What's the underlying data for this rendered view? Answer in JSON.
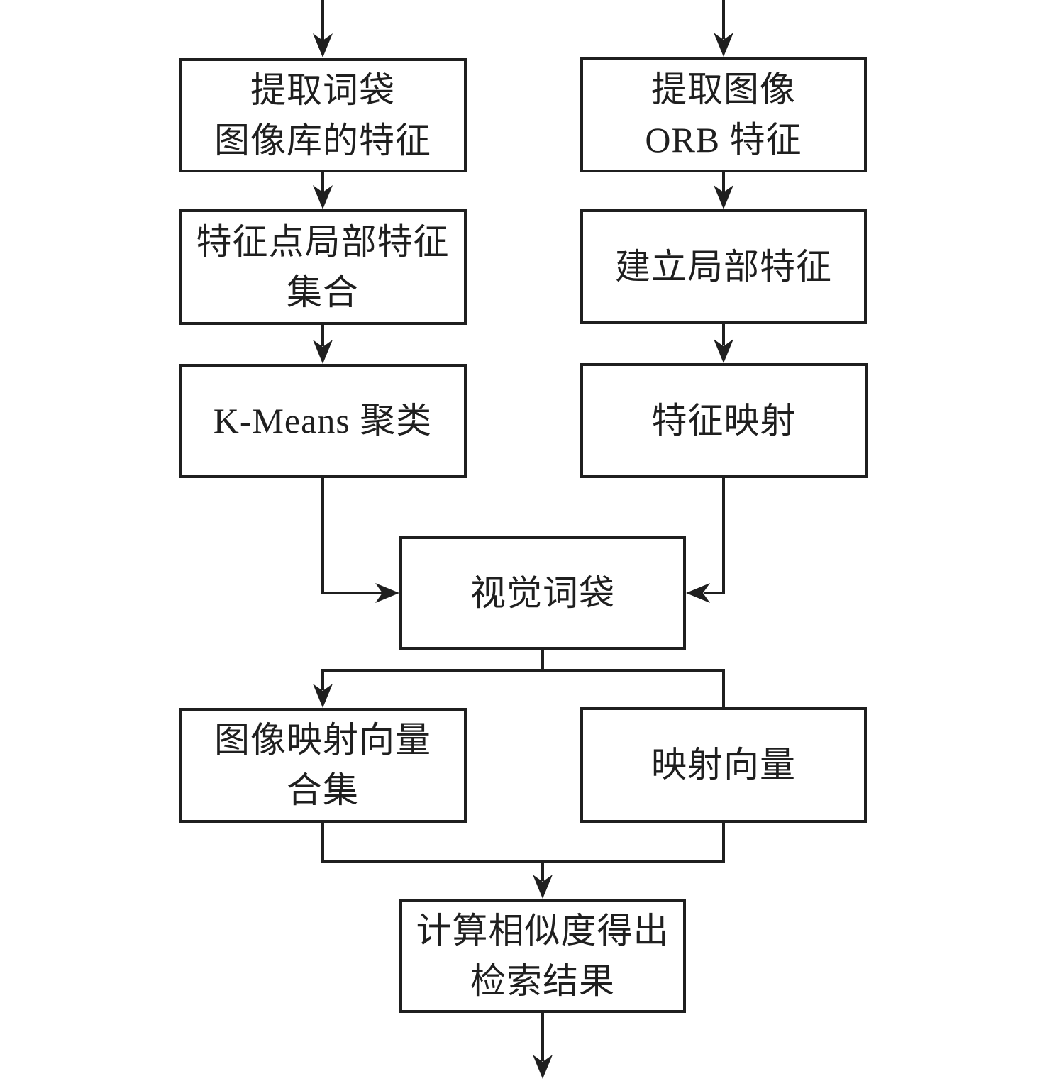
{
  "colors": {
    "stroke": "#1f1f1f",
    "background": "#ffffff"
  },
  "nodes": {
    "extract_bow": {
      "label": "提取词袋\n图像库的特征"
    },
    "local_feature_set": {
      "label": "特征点局部特征\n集合"
    },
    "kmeans": {
      "label": "K-Means 聚类"
    },
    "extract_orb": {
      "label": "提取图像\nORB 特征"
    },
    "build_local": {
      "label": "建立局部特征"
    },
    "feature_map": {
      "label": "特征映射"
    },
    "visual_bow": {
      "label": "视觉词袋"
    },
    "image_vectors": {
      "label": "图像映射向量\n合集"
    },
    "map_vector": {
      "label": "映射向量"
    },
    "similarity": {
      "label": "计算相似度得出\n检索结果"
    }
  }
}
